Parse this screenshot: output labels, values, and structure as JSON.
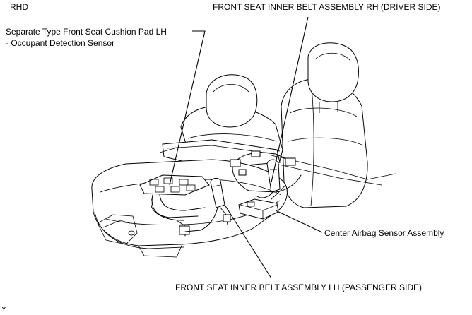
{
  "header": {
    "mode": "RHD"
  },
  "labels": {
    "cushion_pad_line1": "Separate Type Front Seat Cushion Pad LH",
    "cushion_pad_line2": "- Occupant Detection Sensor",
    "belt_rh": "FRONT SEAT INNER BELT ASSEMBLY RH (DRIVER SIDE)",
    "airbag_sensor": "Center Airbag Sensor Assembly",
    "belt_lh": "FRONT SEAT INNER BELT ASSEMBLY LH (PASSENGER SIDE)"
  },
  "footer": {
    "mark": "Y"
  }
}
